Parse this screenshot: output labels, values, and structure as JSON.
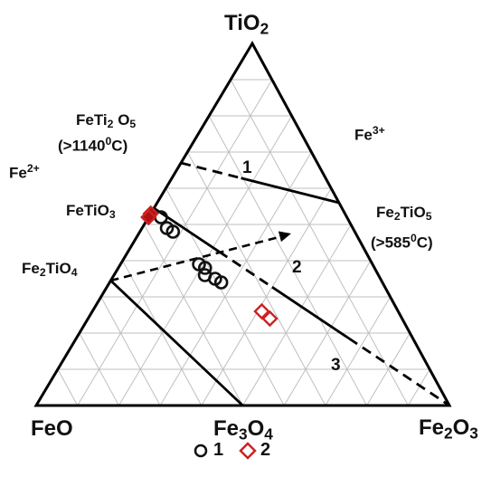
{
  "vertices": {
    "top": {
      "main": "TiO",
      "sub": "2"
    },
    "left": {
      "main": "FeO"
    },
    "right": {
      "main": "Fe",
      "sub": "2",
      "rest": "O",
      "sub2": "3"
    }
  },
  "edge_labels": {
    "bottom_mid": {
      "main": "Fe",
      "sub": "3",
      "rest": "O",
      "sub2": "4"
    }
  },
  "phase_labels": {
    "feti2o5": {
      "line1": "FeTi",
      "sub1": "2",
      "mid": "O",
      "sub2": "5"
    },
    "feti2o5_temp": {
      "text": "(>1140",
      "sup": "0",
      "after": "C)"
    },
    "fe2plus": {
      "main": "Fe",
      "sup": "2+"
    },
    "fe3plus": {
      "main": "Fe",
      "sup": "3+"
    },
    "fetio3": {
      "main": "FeTiO",
      "sub": "3"
    },
    "fe2tio5": {
      "main": "Fe",
      "sub1": "2",
      "mid": "TiO",
      "sub2": "5"
    },
    "fe2tio5_temp": {
      "text": "(>585",
      "sup": "0",
      "after": "C)"
    },
    "fe2tio4": {
      "main": "Fe",
      "sub1": "2",
      "mid": "TiO",
      "sub2": "4"
    }
  },
  "region_numbers": [
    "1",
    "2",
    "3"
  ],
  "legend": {
    "items": [
      {
        "symbol": "circle",
        "label": "1",
        "color": "#111111"
      },
      {
        "symbol": "diamond",
        "label": "2",
        "color": "#cc2222"
      }
    ]
  },
  "colors": {
    "frame": "#000000",
    "grid": "#bfbfbf",
    "series1": "#111111",
    "series2_outline": "#cc2222",
    "series2_fill": "#b01010"
  },
  "chart_data": {
    "type": "ternary",
    "axes": [
      "TiO2",
      "FeO",
      "Fe2O3"
    ],
    "grid_divisions": 10,
    "tie_lines": [
      {
        "from": "FeTi2O5",
        "to": "Fe2TiO5",
        "style": "solid/dashed",
        "region": "1"
      },
      {
        "from": "FeTiO3",
        "to": "Fe2O3",
        "style": "solid/dashed",
        "region": "2"
      },
      {
        "from": "Fe2TiO4",
        "to": "Fe3O4",
        "style": "solid"
      }
    ],
    "arrow": {
      "from": "Fe2TiO4",
      "toward": "Fe2TiO5",
      "style": "dashed"
    },
    "series": [
      {
        "name": "1",
        "marker": "open-circle",
        "points": [
          {
            "TiO2": 0.52,
            "FeO": 0.45,
            "Fe2O3": 0.03
          },
          {
            "TiO2": 0.49,
            "FeO": 0.45,
            "Fe2O3": 0.06
          },
          {
            "TiO2": 0.48,
            "FeO": 0.44,
            "Fe2O3": 0.08
          },
          {
            "TiO2": 0.39,
            "FeO": 0.42,
            "Fe2O3": 0.19
          },
          {
            "TiO2": 0.38,
            "FeO": 0.41,
            "Fe2O3": 0.21
          },
          {
            "TiO2": 0.36,
            "FeO": 0.42,
            "Fe2O3": 0.22
          },
          {
            "TiO2": 0.35,
            "FeO": 0.4,
            "Fe2O3": 0.25
          },
          {
            "TiO2": 0.34,
            "FeO": 0.39,
            "Fe2O3": 0.27
          }
        ]
      },
      {
        "name": "2",
        "marker": "diamond",
        "points": [
          {
            "TiO2": 0.53,
            "FeO": 0.47,
            "Fe2O3": 0.0,
            "filled": true
          },
          {
            "TiO2": 0.52,
            "FeO": 0.48,
            "Fe2O3": 0.0,
            "filled": true
          },
          {
            "TiO2": 0.26,
            "FeO": 0.33,
            "Fe2O3": 0.41,
            "filled": false
          },
          {
            "TiO2": 0.24,
            "FeO": 0.32,
            "Fe2O3": 0.44,
            "filled": false
          }
        ]
      }
    ]
  }
}
